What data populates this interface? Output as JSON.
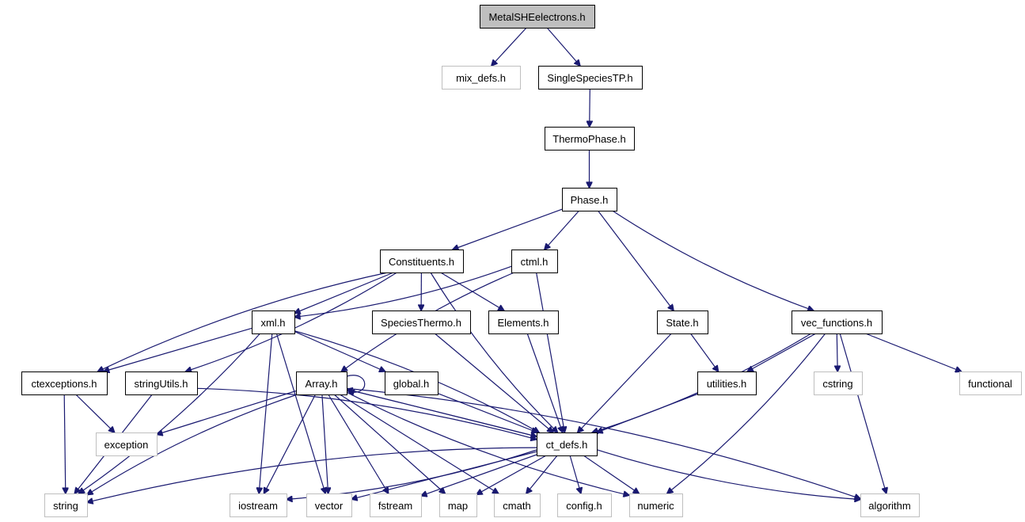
{
  "title": "MetalSHEelectrons.h",
  "colors": {
    "edge": "#191970",
    "root_fill": "#bfbfbf",
    "documented_border": "#000000",
    "external_border": "#bfbfbf",
    "node_fill": "#ffffff"
  },
  "nodes": [
    {
      "id": "MetalSHEelectrons",
      "label": "MetalSHEelectrons.h",
      "kind": "root"
    },
    {
      "id": "mix_defs",
      "label": "mix_defs.h",
      "kind": "external"
    },
    {
      "id": "SingleSpeciesTP",
      "label": "SingleSpeciesTP.h",
      "kind": "documented"
    },
    {
      "id": "ThermoPhase",
      "label": "ThermoPhase.h",
      "kind": "documented"
    },
    {
      "id": "Phase",
      "label": "Phase.h",
      "kind": "documented"
    },
    {
      "id": "Constituents",
      "label": "Constituents.h",
      "kind": "documented"
    },
    {
      "id": "ctml",
      "label": "ctml.h",
      "kind": "documented"
    },
    {
      "id": "State",
      "label": "State.h",
      "kind": "documented"
    },
    {
      "id": "vec_functions",
      "label": "vec_functions.h",
      "kind": "documented"
    },
    {
      "id": "xml",
      "label": "xml.h",
      "kind": "documented"
    },
    {
      "id": "SpeciesThermo",
      "label": "SpeciesThermo.h",
      "kind": "documented"
    },
    {
      "id": "Elements",
      "label": "Elements.h",
      "kind": "documented"
    },
    {
      "id": "ctexceptions",
      "label": "ctexceptions.h",
      "kind": "documented"
    },
    {
      "id": "stringUtils",
      "label": "stringUtils.h",
      "kind": "documented"
    },
    {
      "id": "Array",
      "label": "Array.h",
      "kind": "documented"
    },
    {
      "id": "global",
      "label": "global.h",
      "kind": "documented"
    },
    {
      "id": "utilities",
      "label": "utilities.h",
      "kind": "documented"
    },
    {
      "id": "cstring",
      "label": "cstring",
      "kind": "external"
    },
    {
      "id": "functional",
      "label": "functional",
      "kind": "external"
    },
    {
      "id": "exception",
      "label": "exception",
      "kind": "external"
    },
    {
      "id": "ct_defs",
      "label": "ct_defs.h",
      "kind": "documented"
    },
    {
      "id": "string",
      "label": "string",
      "kind": "external"
    },
    {
      "id": "iostream",
      "label": "iostream",
      "kind": "external"
    },
    {
      "id": "vector",
      "label": "vector",
      "kind": "external"
    },
    {
      "id": "fstream",
      "label": "fstream",
      "kind": "external"
    },
    {
      "id": "map",
      "label": "map",
      "kind": "external"
    },
    {
      "id": "cmath",
      "label": "cmath",
      "kind": "external"
    },
    {
      "id": "config",
      "label": "config.h",
      "kind": "external"
    },
    {
      "id": "numeric",
      "label": "numeric",
      "kind": "external"
    },
    {
      "id": "algorithm",
      "label": "algorithm",
      "kind": "external"
    }
  ],
  "edges": [
    [
      "MetalSHEelectrons",
      "mix_defs"
    ],
    [
      "MetalSHEelectrons",
      "SingleSpeciesTP"
    ],
    [
      "SingleSpeciesTP",
      "ThermoPhase"
    ],
    [
      "ThermoPhase",
      "Phase"
    ],
    [
      "Phase",
      "Constituents"
    ],
    [
      "Phase",
      "ctml"
    ],
    [
      "Phase",
      "State"
    ],
    [
      "Phase",
      "vec_functions"
    ],
    [
      "Constituents",
      "xml"
    ],
    [
      "Constituents",
      "SpeciesThermo"
    ],
    [
      "Constituents",
      "Elements"
    ],
    [
      "Constituents",
      "ctexceptions"
    ],
    [
      "Constituents",
      "stringUtils"
    ],
    [
      "Constituents",
      "ct_defs"
    ],
    [
      "ctml",
      "xml"
    ],
    [
      "ctml",
      "Array"
    ],
    [
      "ctml",
      "ct_defs"
    ],
    [
      "xml",
      "ctexceptions"
    ],
    [
      "xml",
      "string"
    ],
    [
      "xml",
      "global"
    ],
    [
      "xml",
      "iostream"
    ],
    [
      "xml",
      "vector"
    ],
    [
      "xml",
      "ct_defs"
    ],
    [
      "SpeciesThermo",
      "ct_defs"
    ],
    [
      "Elements",
      "ct_defs"
    ],
    [
      "State",
      "utilities"
    ],
    [
      "State",
      "ct_defs"
    ],
    [
      "vec_functions",
      "utilities"
    ],
    [
      "vec_functions",
      "ct_defs"
    ],
    [
      "vec_functions",
      "cstring"
    ],
    [
      "vec_functions",
      "numeric"
    ],
    [
      "vec_functions",
      "algorithm"
    ],
    [
      "vec_functions",
      "functional"
    ],
    [
      "ctexceptions",
      "string"
    ],
    [
      "ctexceptions",
      "exception"
    ],
    [
      "stringUtils",
      "string"
    ],
    [
      "stringUtils",
      "ct_defs"
    ],
    [
      "Array",
      "Array"
    ],
    [
      "Array",
      "exception"
    ],
    [
      "Array",
      "string"
    ],
    [
      "Array",
      "iostream"
    ],
    [
      "Array",
      "vector"
    ],
    [
      "Array",
      "fstream"
    ],
    [
      "Array",
      "map"
    ],
    [
      "Array",
      "cmath"
    ],
    [
      "Array",
      "numeric"
    ],
    [
      "Array",
      "algorithm"
    ],
    [
      "Array",
      "ct_defs"
    ],
    [
      "global",
      "ct_defs"
    ],
    [
      "utilities",
      "ct_defs"
    ],
    [
      "ct_defs",
      "Array"
    ],
    [
      "ct_defs",
      "string"
    ],
    [
      "ct_defs",
      "iostream"
    ],
    [
      "ct_defs",
      "vector"
    ],
    [
      "ct_defs",
      "fstream"
    ],
    [
      "ct_defs",
      "map"
    ],
    [
      "ct_defs",
      "cmath"
    ],
    [
      "ct_defs",
      "config"
    ],
    [
      "ct_defs",
      "numeric"
    ],
    [
      "ct_defs",
      "algorithm"
    ]
  ]
}
